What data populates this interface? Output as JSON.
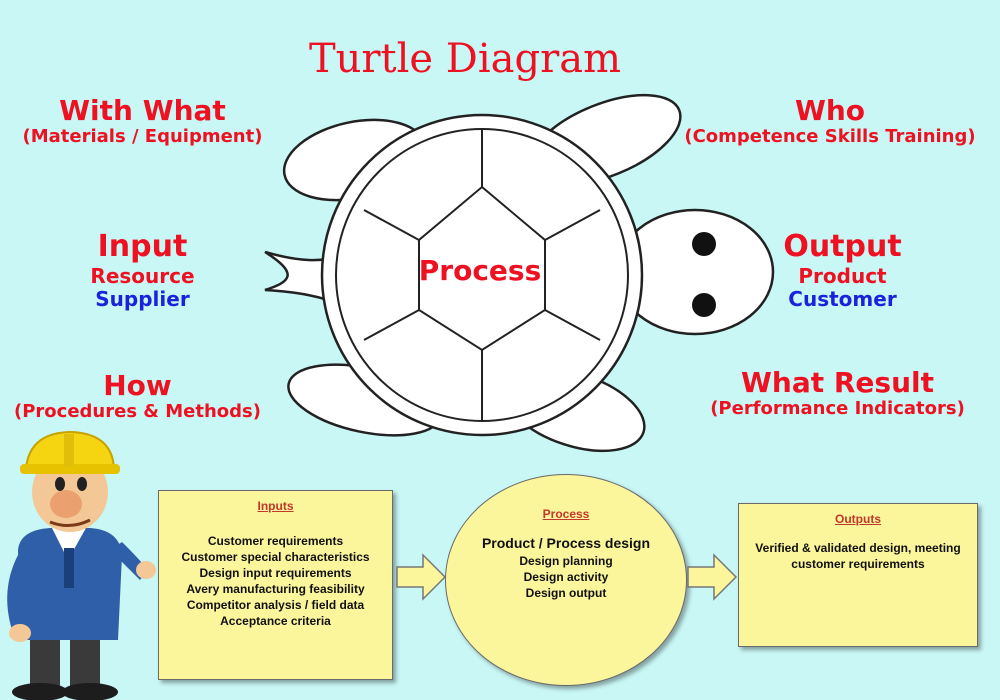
{
  "title": "Turtle Diagram",
  "turtle": {
    "with_what": {
      "heading": "With What",
      "detail": "(Materials / Equipment)"
    },
    "who": {
      "heading": "Who",
      "detail": "(Competence Skills Training)"
    },
    "input": {
      "heading": "Input",
      "line1": "Resource",
      "line2": "Supplier"
    },
    "process": "Process",
    "output": {
      "heading": "Output",
      "line1": "Product",
      "line2": "Customer"
    },
    "how": {
      "heading": "How",
      "detail": "(Procedures & Methods)"
    },
    "what_result": {
      "heading": "What Result",
      "detail": "(Performance Indicators)"
    }
  },
  "flow": {
    "inputs": {
      "title": "Inputs",
      "items": [
        "Customer requirements",
        "Customer special characteristics",
        "Design input requirements",
        "Avery manufacturing feasibility",
        "Competitor analysis / field data",
        "Acceptance criteria"
      ]
    },
    "process": {
      "title": "Process",
      "main": "Product / Process design",
      "items": [
        "Design planning",
        "Design activity",
        "Design output"
      ]
    },
    "outputs": {
      "title": "Outputs",
      "items": [
        "Verified & validated design, meeting",
        "customer requirements"
      ]
    }
  },
  "colors": {
    "red": "#ee1122",
    "blue": "#1a22dd",
    "box_fill": "#fbf59c",
    "background": "#c9f7f5"
  }
}
